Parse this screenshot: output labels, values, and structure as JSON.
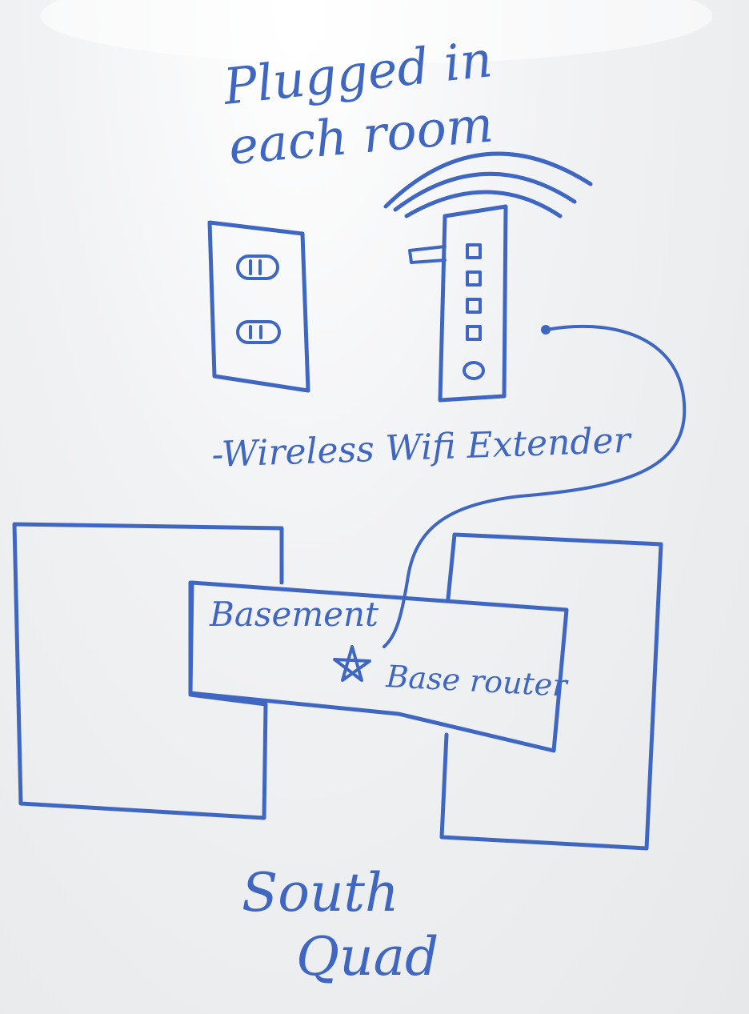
{
  "board": {
    "heading_line1": "Plugged in",
    "heading_line2": "each room",
    "device_caption": "-Wireless Wifi Extender",
    "basement_label": "Basement",
    "router_label": "Base router",
    "footer_line1": "South",
    "footer_line2": "Quad"
  },
  "ink_color": "#3f67c2",
  "icons": {
    "outlet": "wall-outlet-icon",
    "extender": "wifi-extender-icon",
    "signal": "wifi-signal-icon",
    "router": "star-icon"
  }
}
